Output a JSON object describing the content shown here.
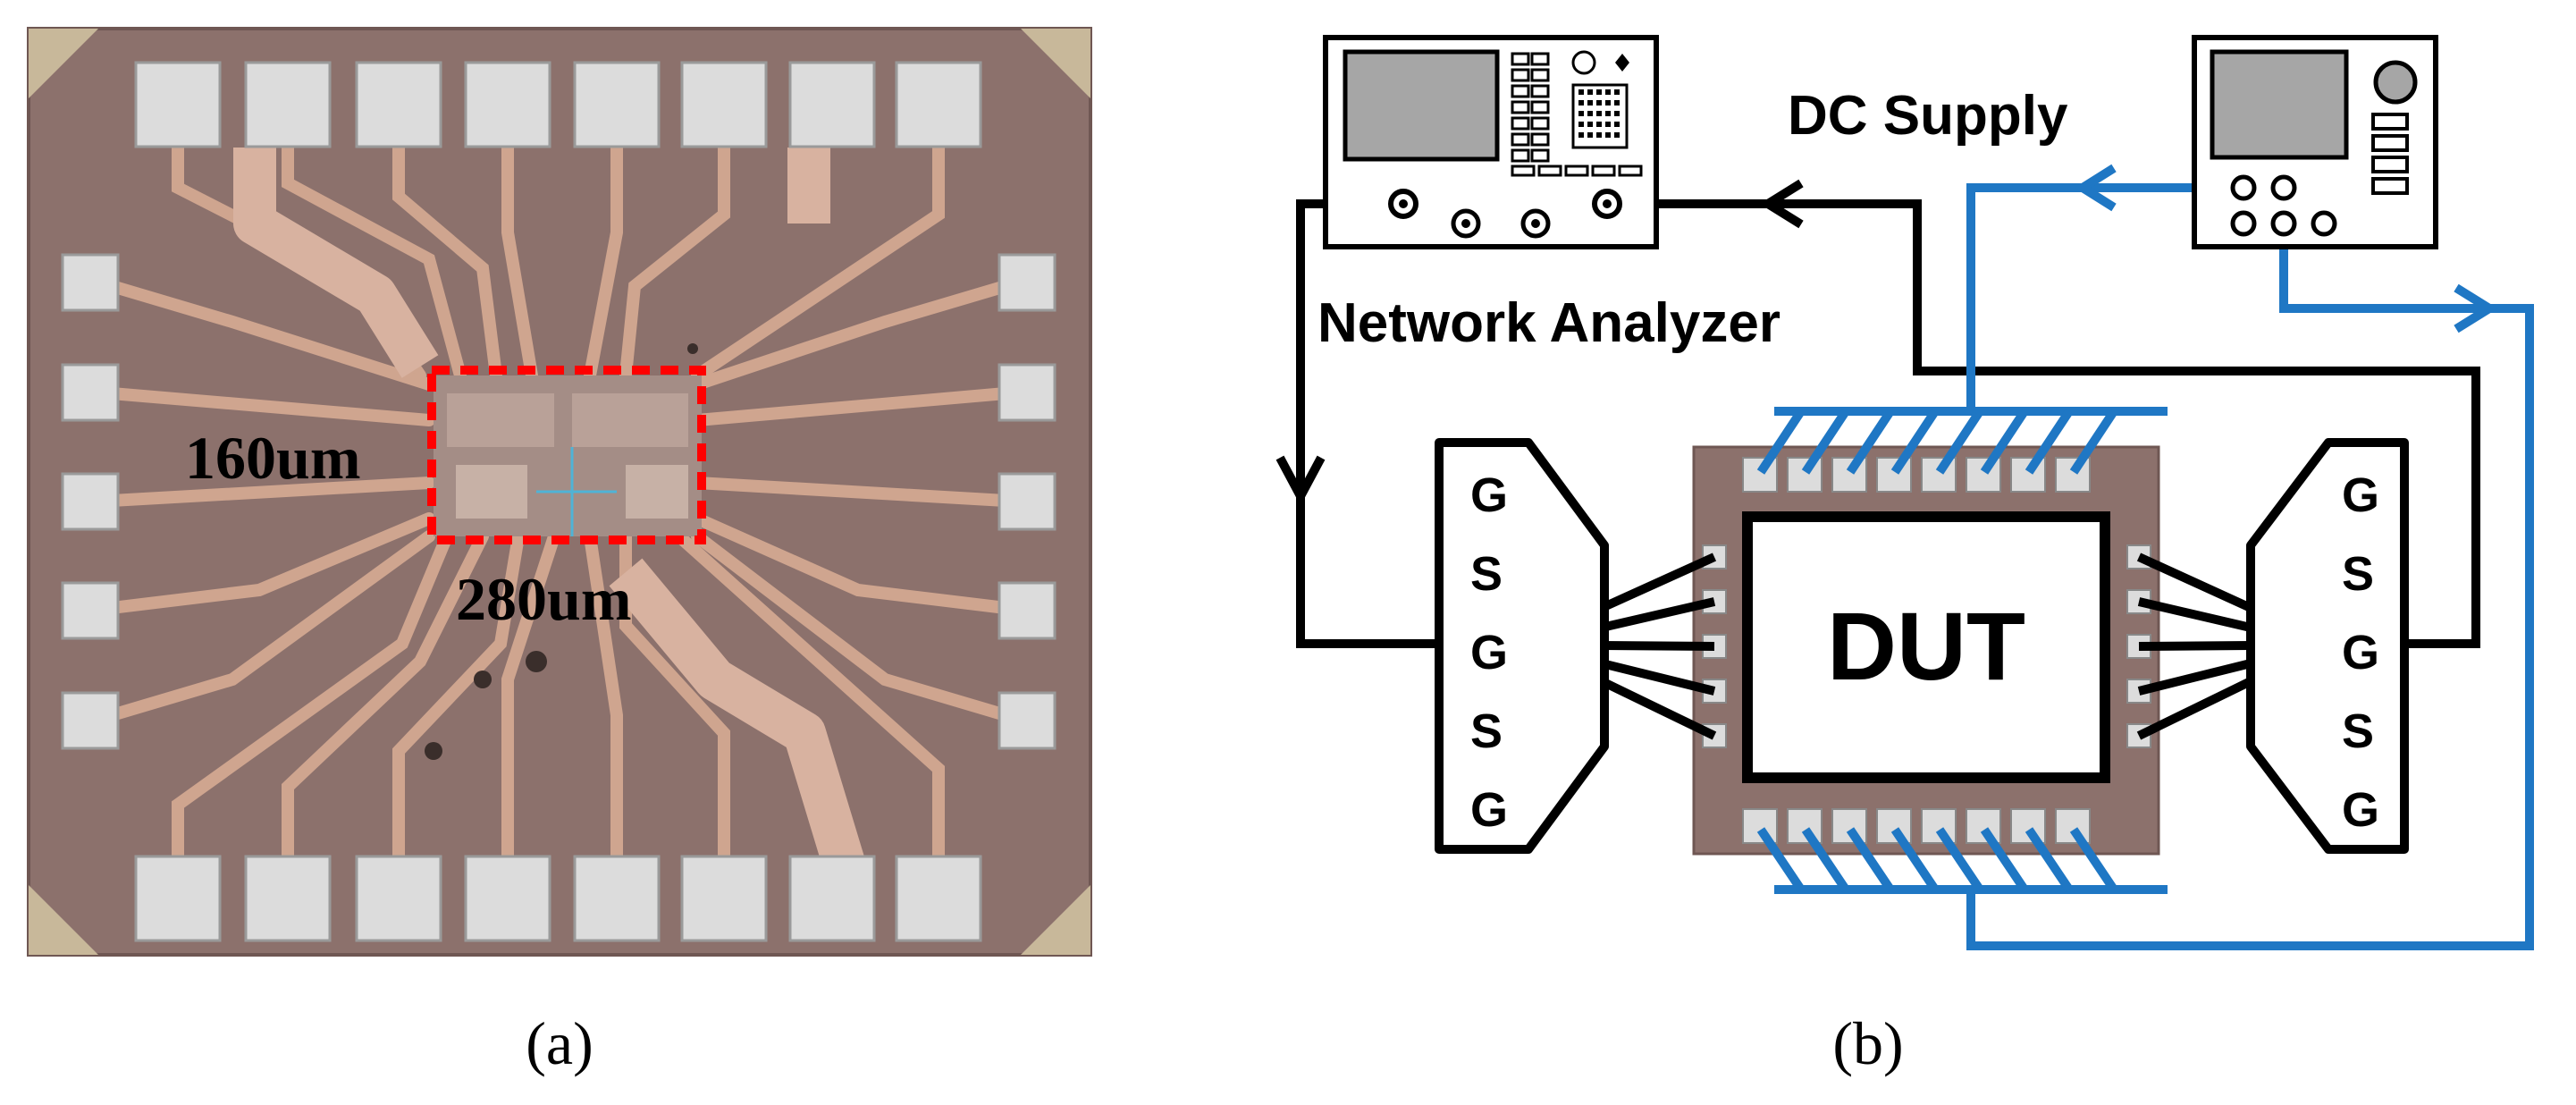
{
  "panel_a": {
    "label": "(a)",
    "dim_height": "160um",
    "dim_width": "280um",
    "colors": {
      "die": "#8c716c",
      "trace": "#cfa58f",
      "pad": "#dcdcdc",
      "highlight": "#ff0000"
    }
  },
  "panel_b": {
    "label": "(b)",
    "dc_supply_label": "DC Supply",
    "network_analyzer_label": "Network Analyzer",
    "dut_label": "DUT",
    "probe_left_pins": [
      "G",
      "S",
      "G",
      "S",
      "G"
    ],
    "probe_right_pins": [
      "G",
      "S",
      "G",
      "S",
      "G"
    ],
    "colors": {
      "rf_path": "#000000",
      "dc_path": "#1f77c4",
      "screen": "#a6a6a6"
    }
  }
}
